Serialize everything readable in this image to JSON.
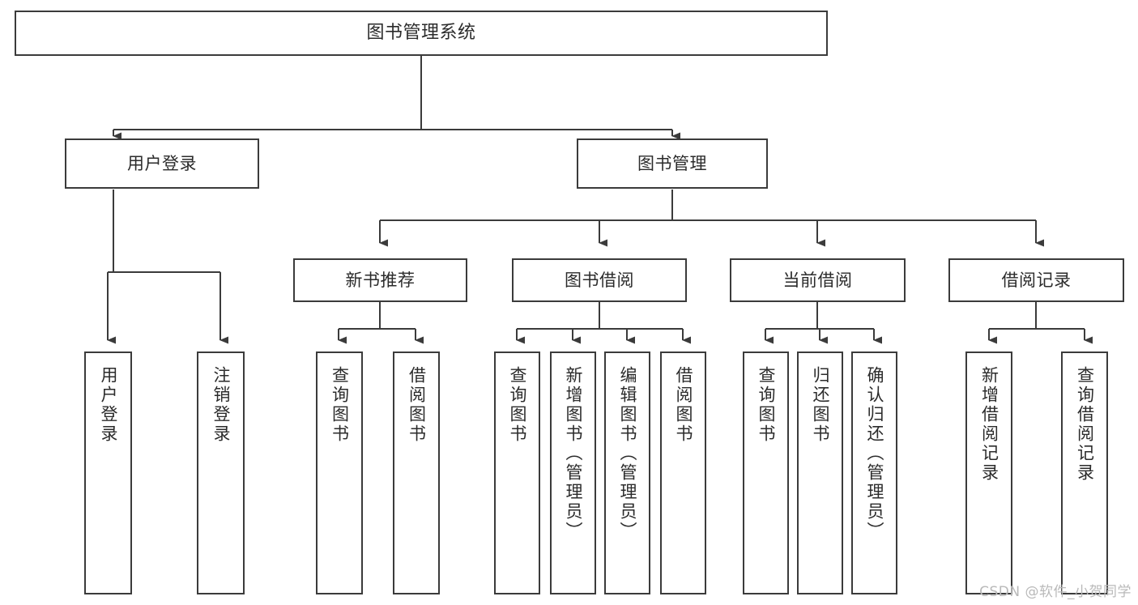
{
  "diagram": {
    "type": "tree",
    "title": "图书管理系统",
    "orientation": "top-down",
    "line_color": "#3b3b3b",
    "box_fill": "#ffffff",
    "text_color": "#2b2b2b"
  },
  "nodes": {
    "root": {
      "label": "图书管理系统"
    },
    "level2": [
      {
        "label": "用户登录"
      },
      {
        "label": "图书管理"
      }
    ],
    "level3": [
      {
        "label": "新书推荐"
      },
      {
        "label": "图书借阅"
      },
      {
        "label": "当前借阅"
      },
      {
        "label": "借阅记录"
      }
    ],
    "leaves": {
      "user_login": [
        {
          "label": "用户登录"
        },
        {
          "label": "注销登录"
        }
      ],
      "new_book_recommend": [
        {
          "label": "查询图书"
        },
        {
          "label": "借阅图书"
        }
      ],
      "book_borrow": [
        {
          "label": "查询图书"
        },
        {
          "label": "新增图书（管理员）"
        },
        {
          "label": "编辑图书（管理员）"
        },
        {
          "label": "借阅图书"
        }
      ],
      "current_borrow": [
        {
          "label": "查询图书"
        },
        {
          "label": "归还图书"
        },
        {
          "label": "确认归还（管理员）"
        }
      ],
      "borrow_record": [
        {
          "label": "新增借阅记录"
        },
        {
          "label": "查询借阅记录"
        }
      ]
    }
  },
  "watermark": {
    "text": "CSDN @软件_小贺同学"
  }
}
